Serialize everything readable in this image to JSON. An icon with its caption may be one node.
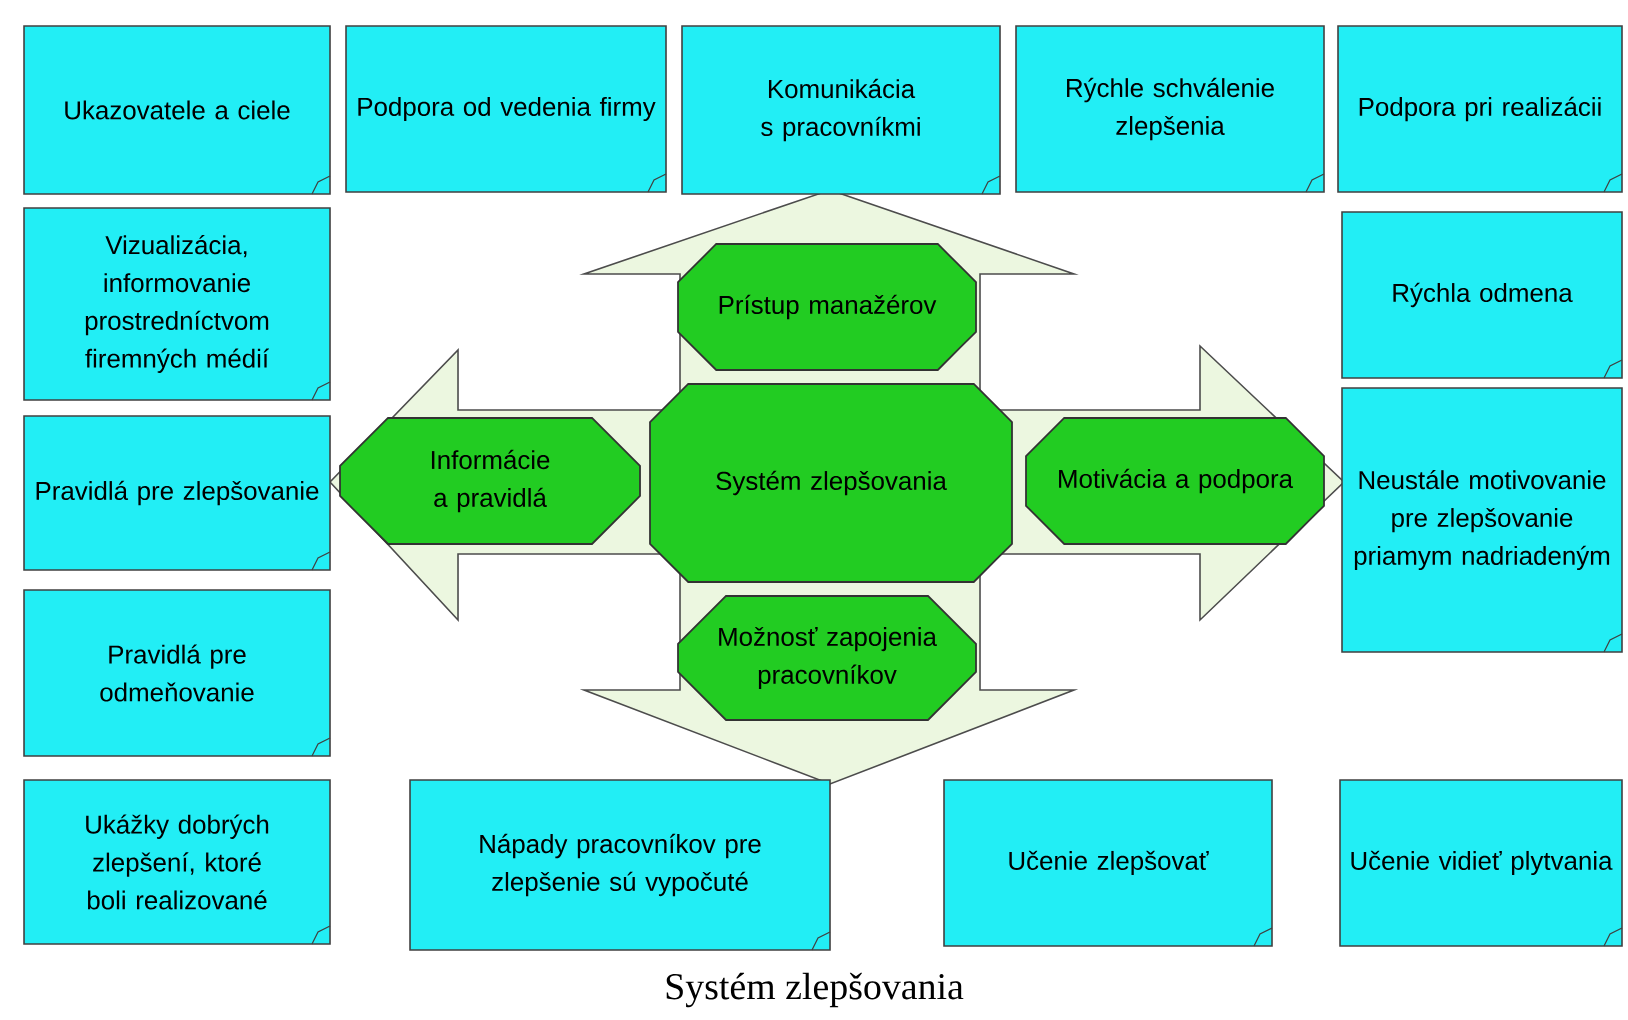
{
  "diagram": {
    "caption": "Systém zlepšovania",
    "nodes": [
      {
        "text": [
          "Ukazovatele a ciele"
        ]
      },
      {
        "text": [
          "Podpora od vedenia firmy"
        ]
      },
      {
        "text": [
          "Komunikácia s pracovníkmi"
        ]
      },
      {
        "text": [
          "Rýchle schválenie zlepšenia"
        ]
      },
      {
        "text": [
          "Podpora pri realizácii"
        ]
      },
      {
        "text": [
          "Vizualizácia, informovanie prostredníctvom firemných médií"
        ]
      },
      {
        "text": [
          "Prístup manažérov"
        ]
      },
      {
        "text": [
          "Rýchla odmena"
        ]
      },
      {
        "text": [
          "Pravidlá pre zlepšovanie"
        ]
      },
      {
        "text": [
          "Informácie a pravidlá"
        ]
      },
      {
        "text": [
          "Systém zlepšovania"
        ]
      },
      {
        "text": [
          "Motivácia a podpora"
        ]
      },
      {
        "text": [
          "Neustále motivovanie pre zlepšovanie priamym nadriadeným"
        ]
      },
      {
        "text": [
          "Pravidlá pre odmeňovanie"
        ]
      },
      {
        "text": [
          "Možnosť zapojenia pracovníkov"
        ]
      },
      {
        "text": [
          "Ukážky dobrých zlepšení, ktoré boli realizované"
        ]
      },
      {
        "text": [
          "Nápady pracovníkov pre zlepšenie sú vypočuté"
        ]
      },
      {
        "text": [
          "Učenie zlepšovať"
        ]
      },
      {
        "text": [
          "Učenie vidieť plytvania"
        ]
      }
    ]
  }
}
